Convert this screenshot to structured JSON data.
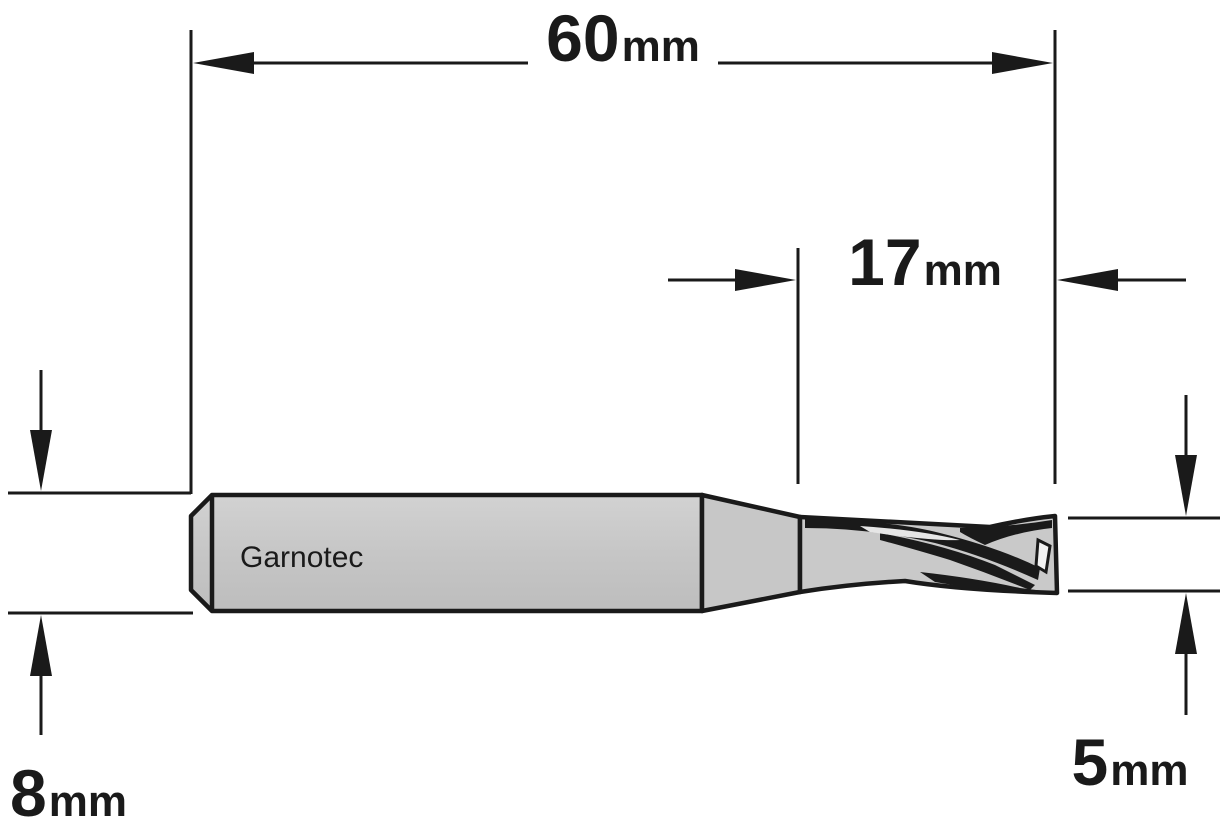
{
  "brand_label": "Garnotec",
  "colors": {
    "ink": "#1a1a1a",
    "steel": "#cccccc",
    "steel_dark": "#9a9a9a",
    "background": "#ffffff"
  },
  "dimensions": {
    "overall_length": {
      "value": "60",
      "unit": "mm"
    },
    "cutting_length": {
      "value": "17",
      "unit": "mm"
    },
    "shank_diameter": {
      "value": "8",
      "unit": "mm"
    },
    "cutting_diameter": {
      "value": "5",
      "unit": "mm"
    }
  }
}
